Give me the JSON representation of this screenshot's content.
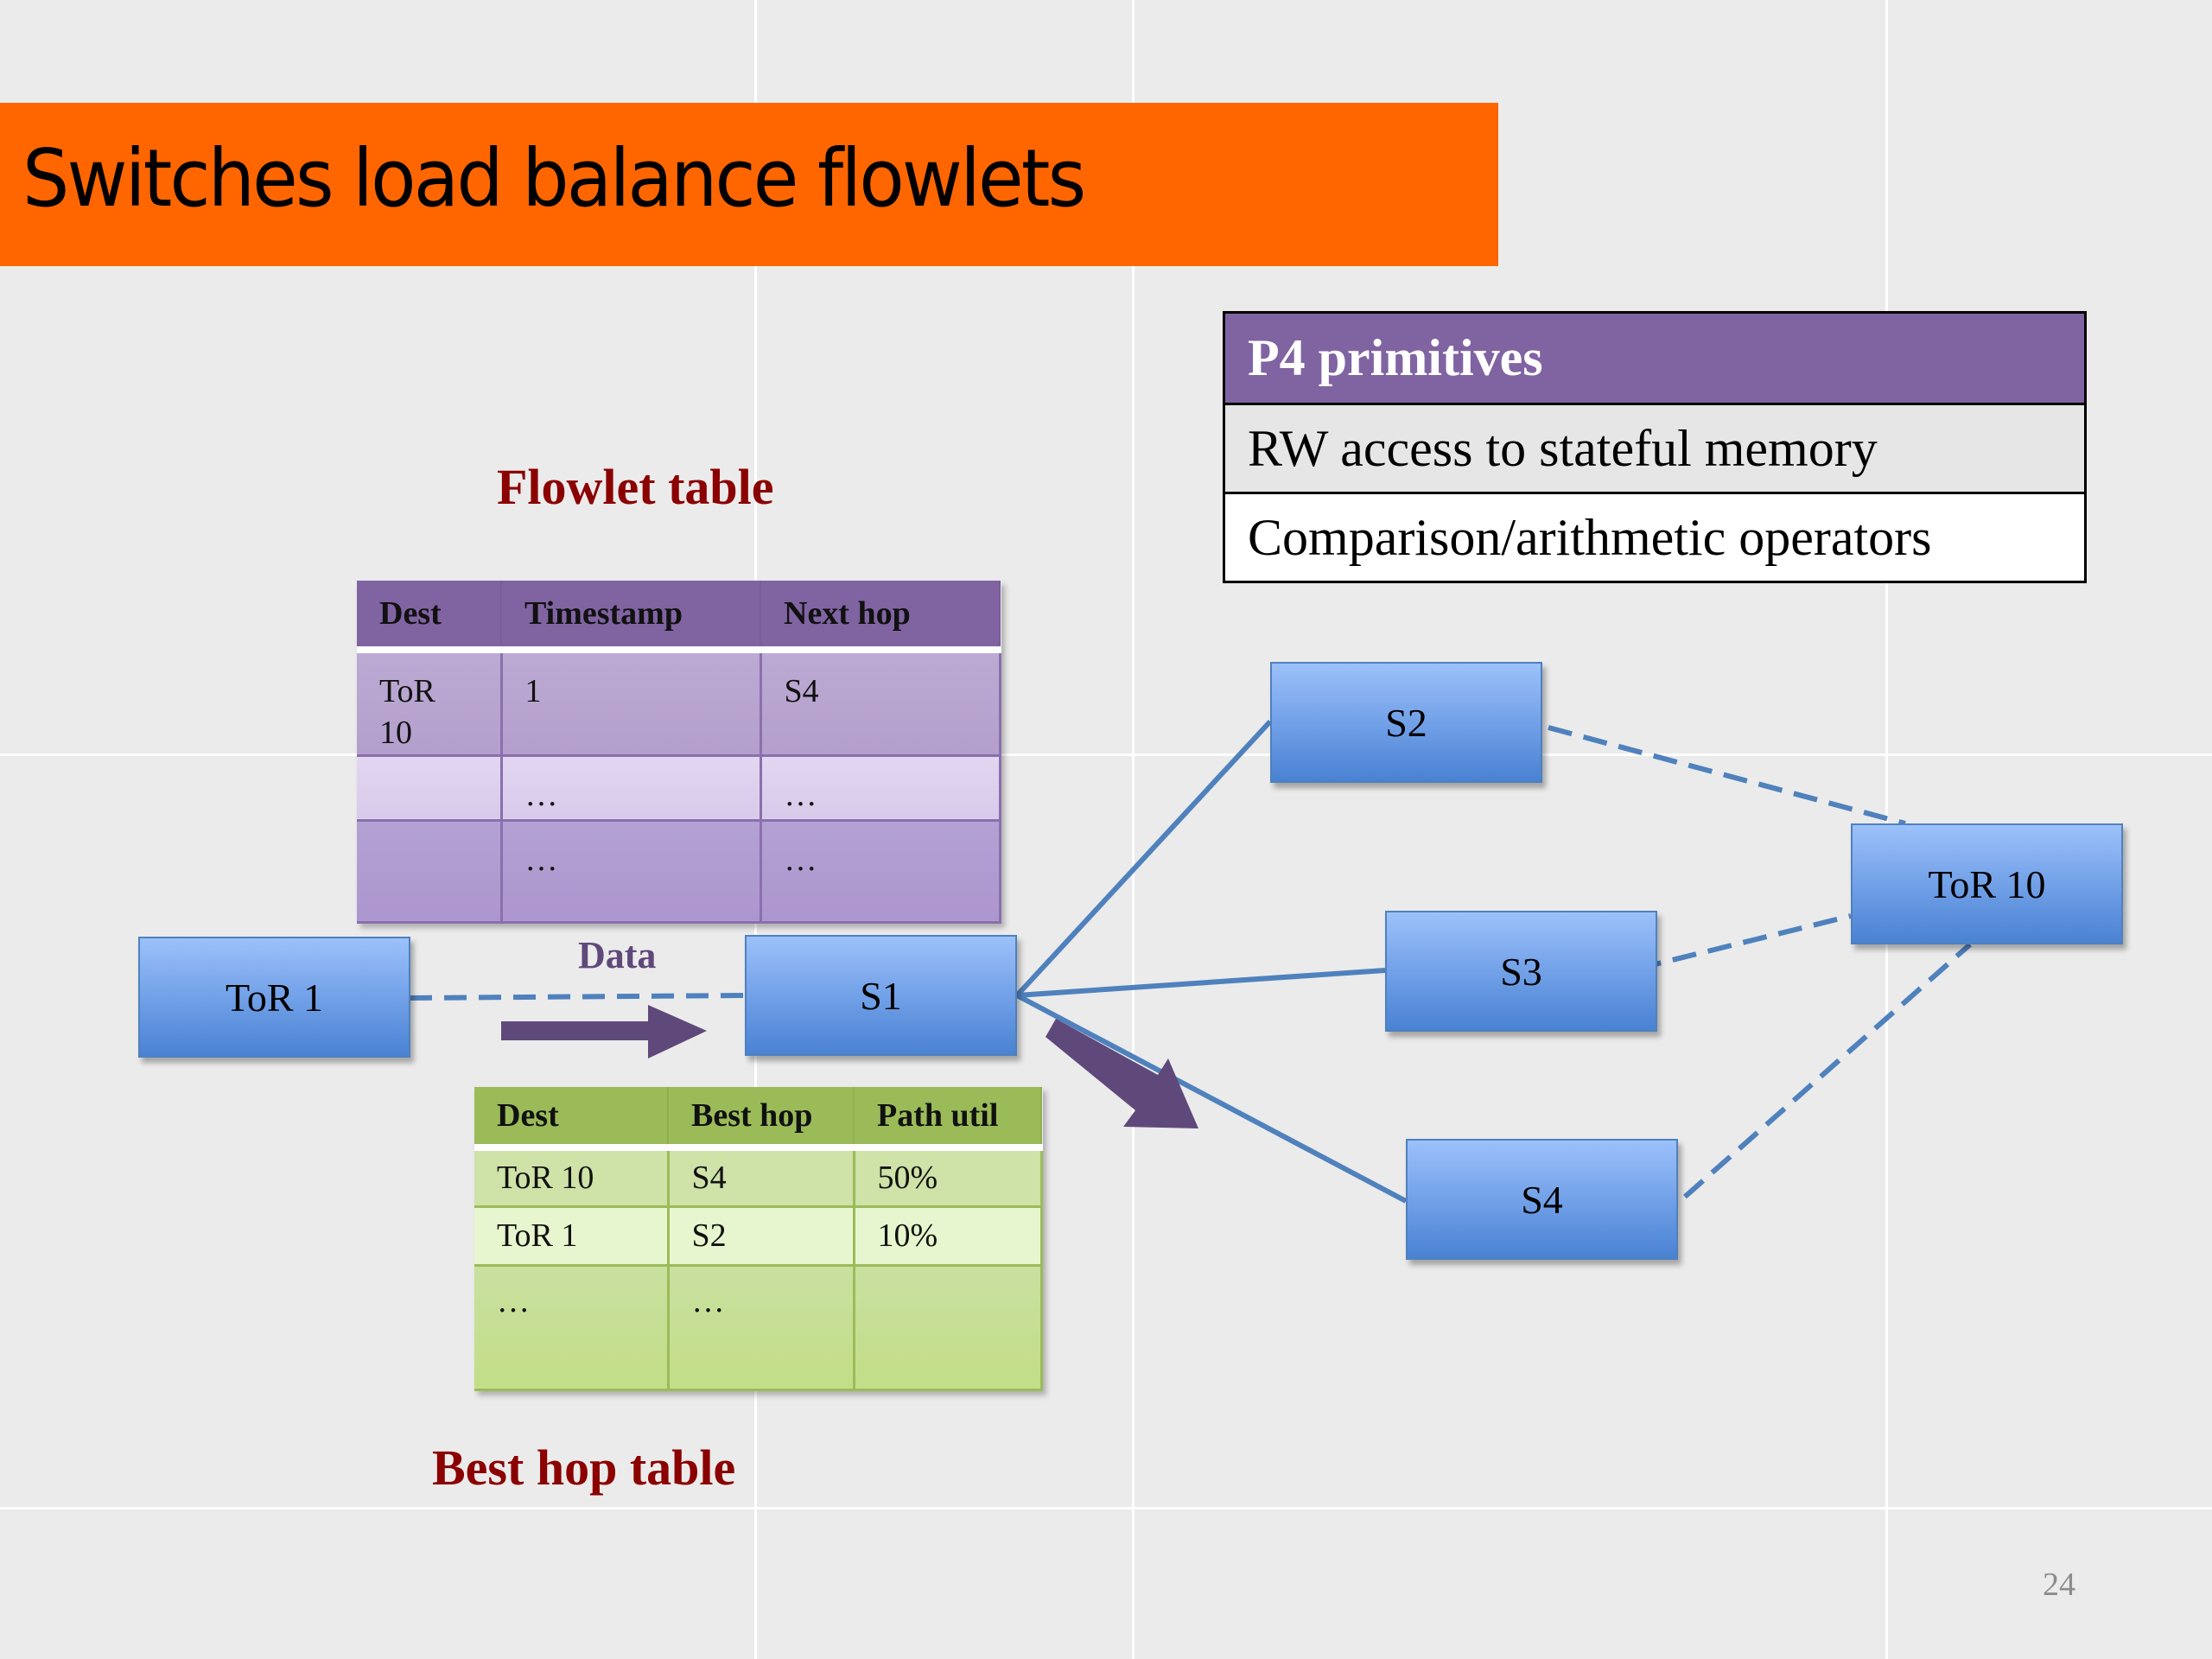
{
  "slide": {
    "title": "Switches load balance flowlets",
    "page_number": "24",
    "colors": {
      "title_bar": "#FF6600",
      "table_header_purple": "#8064A2",
      "table_header_green": "#9BBB59",
      "label_dark_red": "#8B0000",
      "node_blue": "#4F81BD",
      "arrow_purple": "#5F497A"
    }
  },
  "p4_primitives": {
    "header": "P4 primitives",
    "rows": [
      "RW access to stateful memory",
      "Comparison/arithmetic operators"
    ]
  },
  "flowlet_table": {
    "label": "Flowlet table",
    "columns": [
      "Dest",
      "Timestamp",
      "Next hop"
    ],
    "rows": [
      [
        "ToR 10",
        "1",
        "S4"
      ],
      [
        "",
        "…",
        "…"
      ],
      [
        "",
        "…",
        "…"
      ]
    ]
  },
  "best_hop_table": {
    "label": "Best hop table",
    "columns": [
      "Dest",
      "Best hop",
      "Path util"
    ],
    "rows": [
      [
        "ToR 10",
        "S4",
        "50%"
      ],
      [
        "ToR 1",
        "S2",
        "10%"
      ],
      [
        "…",
        "…",
        ""
      ]
    ]
  },
  "network": {
    "nodes": {
      "tor1": "ToR 1",
      "s1": "S1",
      "s2": "S2",
      "s3": "S3",
      "s4": "S4",
      "tor10": "ToR 10"
    },
    "links": [
      {
        "from": "tor1",
        "to": "s1",
        "style": "dashed"
      },
      {
        "from": "s1",
        "to": "s2",
        "style": "solid"
      },
      {
        "from": "s1",
        "to": "s3",
        "style": "solid"
      },
      {
        "from": "s1",
        "to": "s4",
        "style": "solid"
      },
      {
        "from": "s2",
        "to": "tor10",
        "style": "dashed"
      },
      {
        "from": "s3",
        "to": "tor10",
        "style": "dashed"
      },
      {
        "from": "s4",
        "to": "tor10",
        "style": "dashed"
      }
    ],
    "data_label": "Data"
  }
}
